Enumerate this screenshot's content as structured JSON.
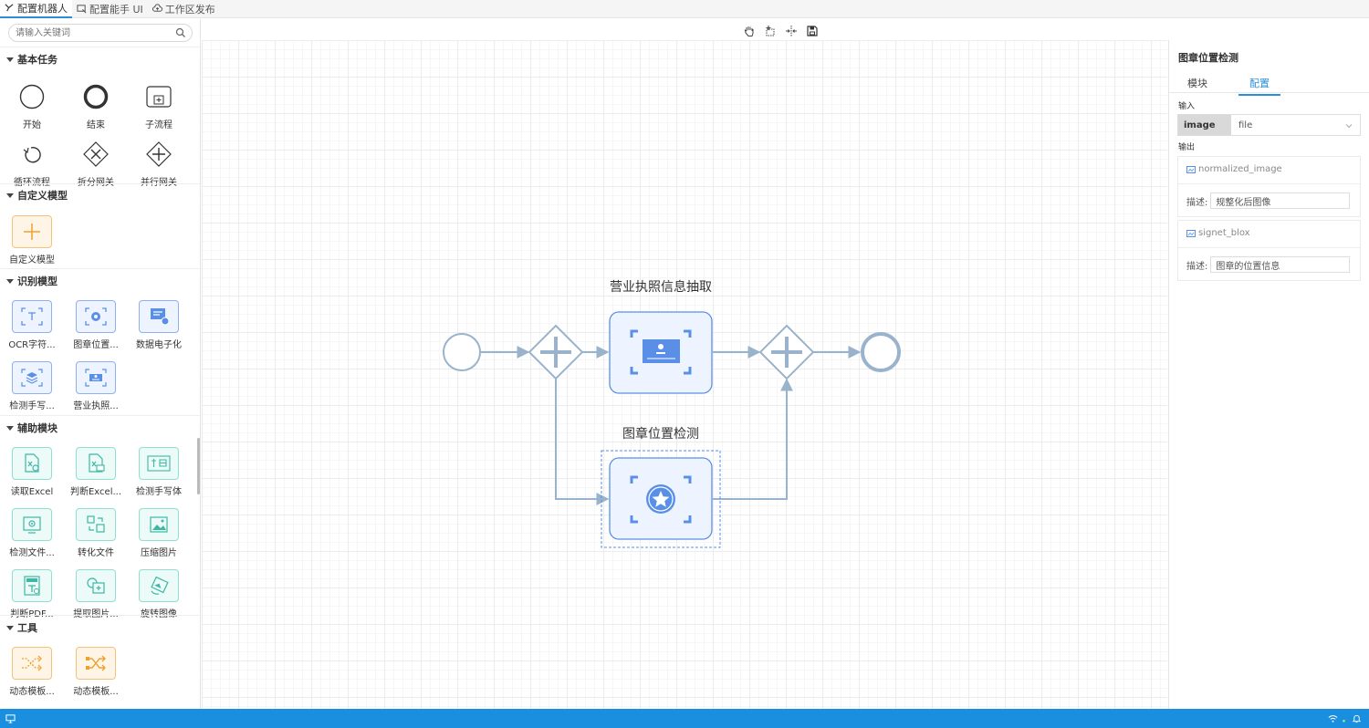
{
  "tabs": [
    {
      "label": "配置机器人",
      "icon": "flow-icon",
      "active": true
    },
    {
      "label": "配置能手 UI",
      "icon": "ui-icon",
      "active": false
    },
    {
      "label": "工作区发布",
      "icon": "cloud-icon",
      "active": false
    }
  ],
  "search": {
    "placeholder": "请输入关键词"
  },
  "sections": {
    "basic": {
      "title": "基本任务",
      "items": [
        "开始",
        "结束",
        "子流程",
        "循环流程",
        "拆分网关",
        "并行网关"
      ]
    },
    "custom": {
      "title": "自定义模型",
      "items": [
        "自定义模型"
      ]
    },
    "recog": {
      "title": "识别模型",
      "items": [
        "OCR字符...",
        "图章位置...",
        "数据电子化",
        "检测手写...",
        "营业执照..."
      ]
    },
    "aux": {
      "title": "辅助模块",
      "items": [
        "读取Excel",
        "判断Excel...",
        "检测手写体",
        "检测文件...",
        "转化文件",
        "压缩图片",
        "判断PDF...",
        "提取图片...",
        "旋转图像"
      ]
    },
    "tools": {
      "title": "工具",
      "items": [
        "动态模板...",
        "动态模板..."
      ]
    }
  },
  "toolbar": [
    "hand-tool",
    "lasso-tool",
    "space-tool",
    "save"
  ],
  "diagram": {
    "task1_label": "营业执照信息抽取",
    "task2_label": "图章位置检测"
  },
  "panel": {
    "title": "图章位置检测",
    "tabs": [
      "模块",
      "配置"
    ],
    "active_tab": "配置",
    "input_label": "输入",
    "output_label": "输出",
    "input": {
      "key": "image",
      "value": "file"
    },
    "outputs": [
      {
        "name": "normalized_image",
        "desc_label": "描述:",
        "desc": "规整化后图像"
      },
      {
        "name": "signet_blox",
        "desc_label": "描述:",
        "desc": "图章的位置信息"
      }
    ]
  },
  "colors": {
    "accent": "#2a8fd8",
    "statusbar": "#1a8fe0",
    "node": "#5a8fe8",
    "edge": "#9ab3cc"
  }
}
